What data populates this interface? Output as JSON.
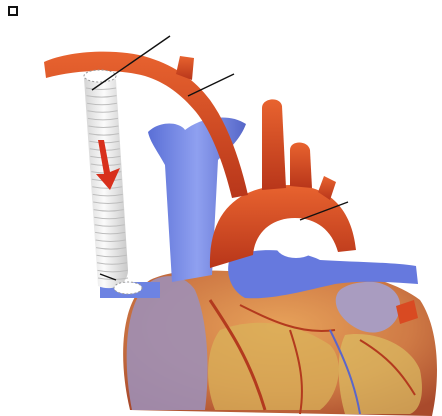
{
  "figure": {
    "parts": [
      {
        "id": "shunt-graft",
        "name": "synthetic-shunt-graft",
        "color": "#ececec"
      },
      {
        "id": "pulmonary-artery-branch",
        "name": "right-pulmonary-artery",
        "color": "#d9481f"
      },
      {
        "id": "subclavian-artery",
        "name": "subclavian-artery",
        "color": "#c8441c"
      },
      {
        "id": "aortic-arch",
        "name": "aortic-arch",
        "color": "#cf4a1c"
      },
      {
        "id": "superior-vena-cava",
        "name": "superior-vena-cava",
        "color": "#6f86e8"
      },
      {
        "id": "heart",
        "name": "heart-ventricles",
        "color": "#c9603a"
      }
    ],
    "flow_arrow": {
      "name": "flow-direction-arrow",
      "color": "#d8301c"
    },
    "leader_line_color": "#111111",
    "corner_mark_color": "#111111"
  }
}
